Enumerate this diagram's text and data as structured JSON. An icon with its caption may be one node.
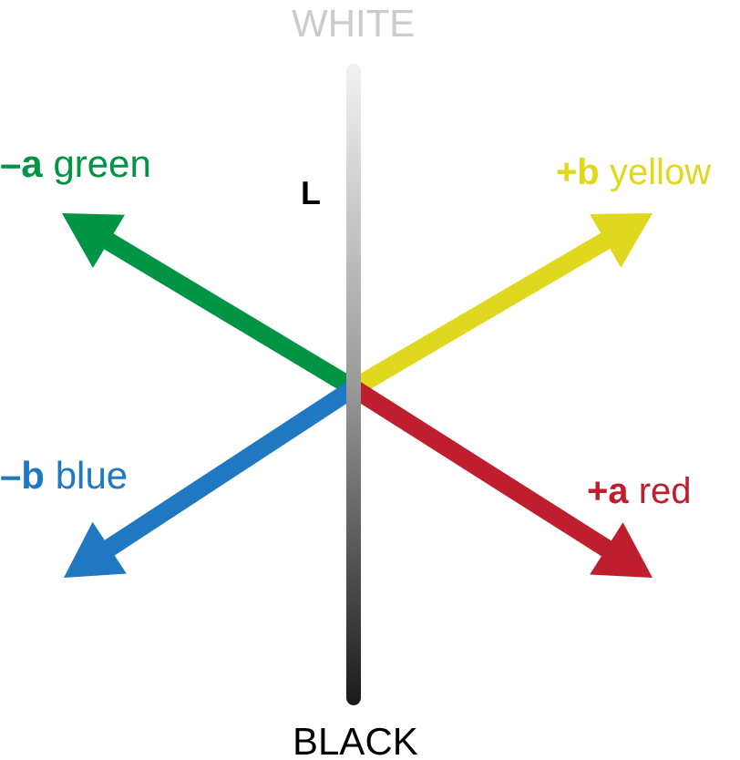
{
  "diagram": {
    "labels": [
      "WHITE",
      "**–a** green",
      "L",
      "**+b** yellow",
      "**–b** blue",
      "**+a** red",
      "BLACK"
    ]
  }
}
